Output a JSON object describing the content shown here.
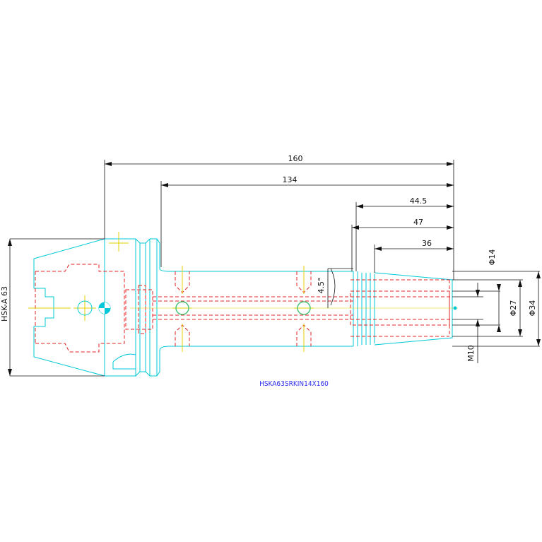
{
  "drawing": {
    "part_caption": "HSKA63SRKIN14X160",
    "dimensions": {
      "overall_length": "160",
      "shank_length": "134",
      "taper_length": "44.5",
      "step_length": "47",
      "bore_length": "36",
      "taper_angle": "4.5°",
      "bore_diameter": "Φ14",
      "nose_diameter": "Φ27",
      "body_diameter": "Φ34",
      "thread": "M10",
      "interface": "HSK-A 63"
    },
    "colors": {
      "outline": "#00c8d8",
      "hidden": "#e02020",
      "centerline": "#e6d200",
      "dimension": "#111111",
      "caption": "#2d2df0"
    }
  }
}
